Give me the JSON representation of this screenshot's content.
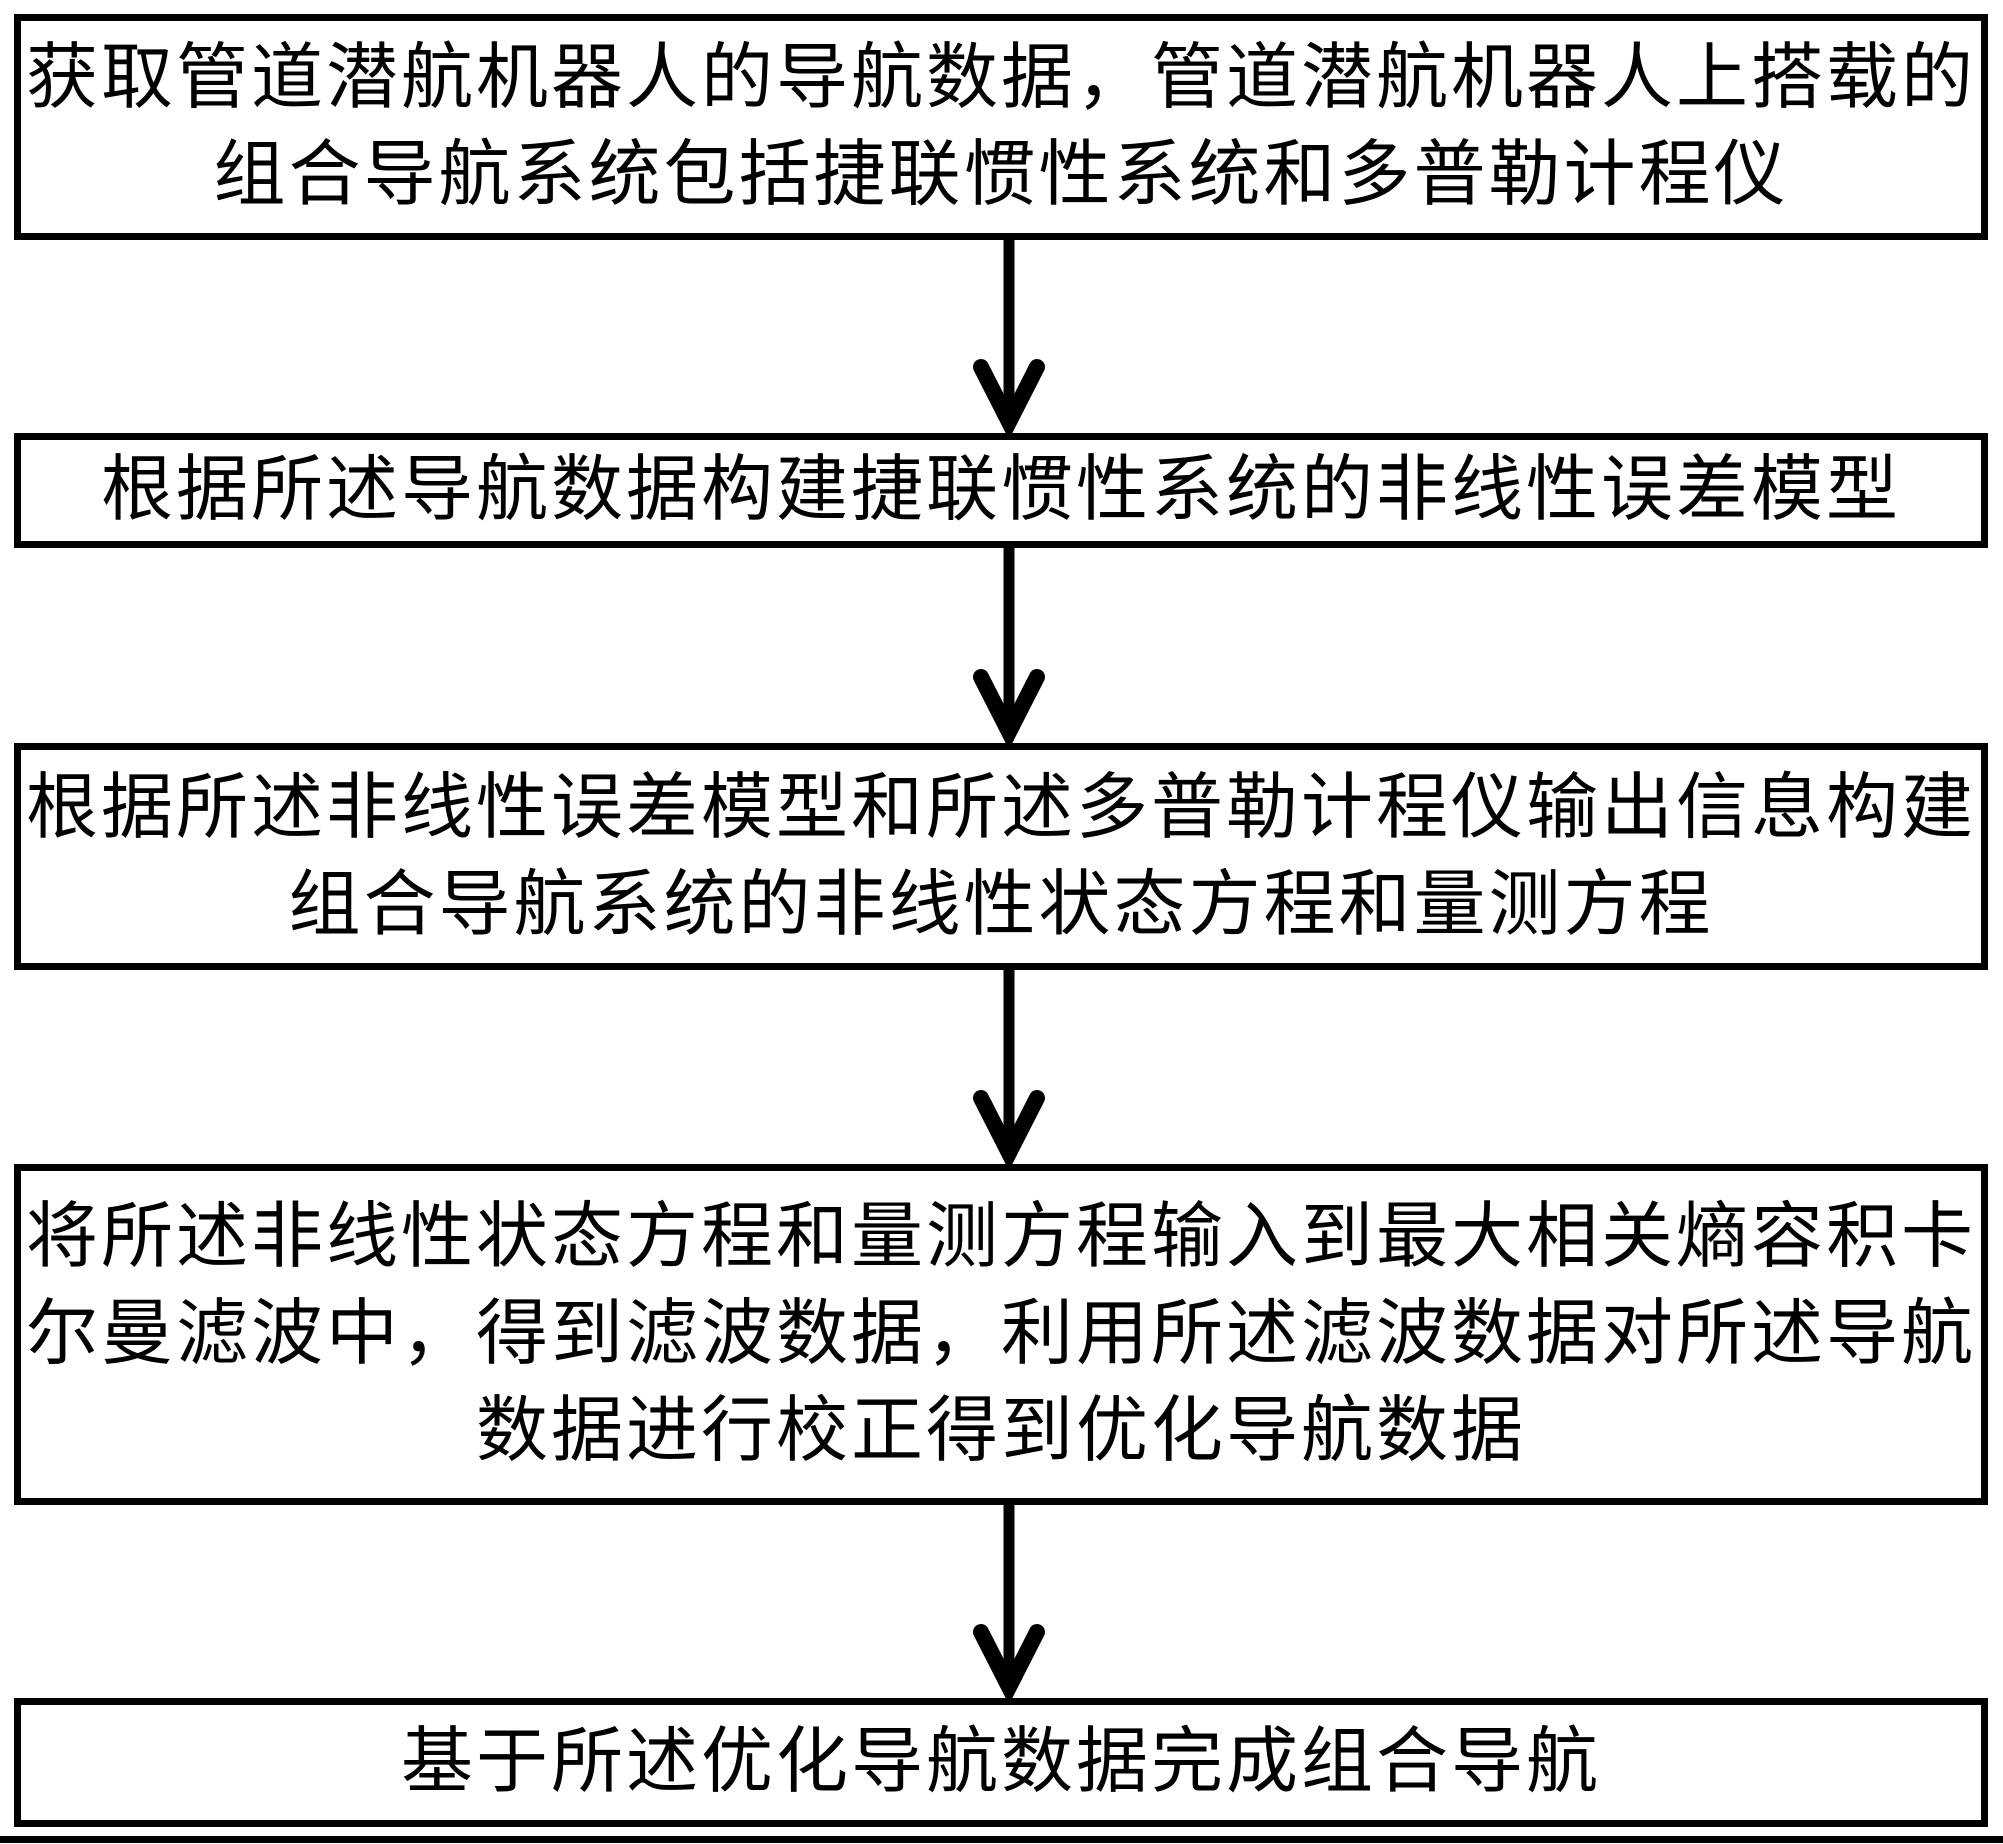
{
  "figure": {
    "type": "flowchart",
    "orientation": "top-down",
    "colors": {
      "border": "#000000",
      "text": "#000000",
      "background": "#ffffff",
      "arrow": "#000000"
    },
    "steps": [
      {
        "id": 1,
        "text": "获取管道潜航机器人的导航数据，管道潜航机器人上搭载的\n组合导航系统包括捷联惯性系统和多普勒计程仪"
      },
      {
        "id": 2,
        "text": "根据所述导航数据构建捷联惯性系统的非线性误差模型"
      },
      {
        "id": 3,
        "text": "根据所述非线性误差模型和所述多普勒计程仪输出信息构建\n组合导航系统的非线性状态方程和量测方程"
      },
      {
        "id": 4,
        "text": "将所述非线性状态方程和量测方程输入到最大相关熵容积卡\n尔曼滤波中，得到滤波数据，利用所述滤波数据对所述导航\n数据进行校正得到优化导航数据"
      },
      {
        "id": 5,
        "text": "基于所述优化导航数据完成组合导航"
      }
    ],
    "connectors": [
      {
        "from": 1,
        "to": 2,
        "style": "down-arrow"
      },
      {
        "from": 2,
        "to": 3,
        "style": "down-arrow"
      },
      {
        "from": 3,
        "to": 4,
        "style": "down-arrow"
      },
      {
        "from": 4,
        "to": 5,
        "style": "down-arrow"
      }
    ]
  }
}
